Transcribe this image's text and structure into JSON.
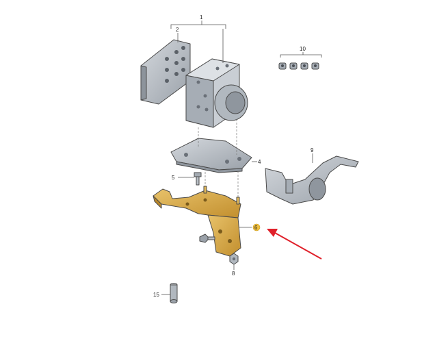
{
  "diagram": {
    "callouts": {
      "c1": "1",
      "c2": "2",
      "c4": "4",
      "c5": "5",
      "c6": "6",
      "c8": "8",
      "c9": "9",
      "c10": "10",
      "c15": "15"
    },
    "highlighted_part": "6",
    "colors": {
      "part_gray": "#b9bfc6",
      "part_gray_dark": "#8f969e",
      "bracket_gold": "#d9aa45",
      "bracket_gold_dark": "#b8862a",
      "highlight_badge": "#f0c040",
      "arrow_red": "#e0202a"
    }
  }
}
